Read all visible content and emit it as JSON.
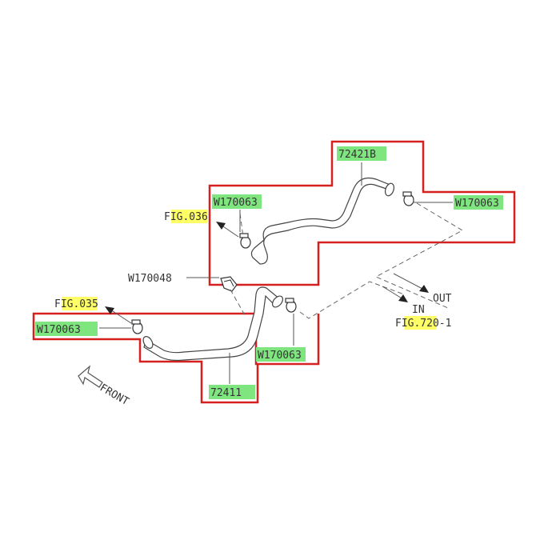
{
  "colors": {
    "outline": "#d62020",
    "part_highlight": "#7fe57f",
    "fig_highlight": "#ffff66",
    "line": "#555555"
  },
  "parts": {
    "hose_upper": "72421B",
    "hose_lower": "72411",
    "clamp_upper_left": "W170063",
    "clamp_upper_right": "W170063",
    "clamp_lower_left": "W170063",
    "clamp_lower_right": "W170063",
    "bracket": "W170048"
  },
  "refs": {
    "fig_036": {
      "prefix": "F",
      "highlight": "IG.03",
      "suffix": "6"
    },
    "fig_035": {
      "prefix": "F",
      "highlight": "IG.03",
      "suffix": "5"
    },
    "fig_720": {
      "prefix": "F",
      "highlight": "IG.72",
      "suffix": "0-1"
    }
  },
  "flow": {
    "out": "OUT",
    "in": "IN"
  },
  "direction": {
    "front": "FRONT",
    "icon": "arrow-front-icon"
  }
}
